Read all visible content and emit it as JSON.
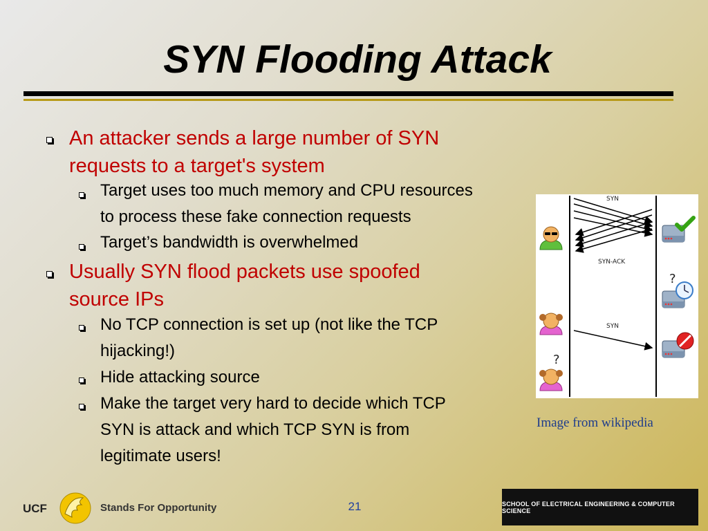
{
  "slide": {
    "title": "SYN Flooding Attack",
    "bullets": [
      {
        "lines": [
          "An attacker sends a large number of SYN",
          "requests to a target's system"
        ],
        "sub": [
          {
            "lines": [
              "Target uses too much memory and CPU resources",
              "to process these fake connection requests"
            ]
          },
          {
            "lines": [
              "Target’s bandwidth is overwhelmed"
            ]
          }
        ]
      },
      {
        "lines": [
          "Usually SYN flood packets use spoofed",
          "source IPs"
        ],
        "sub": [
          {
            "lines": [
              "No TCP connection is set up (not like the TCP",
              "hijacking!)"
            ]
          },
          {
            "lines": [
              "Hide attacking source"
            ]
          },
          {
            "lines": [
              "Make the target very hard to decide which TCP",
              "SYN is attack and which TCP SYN is from",
              "legitimate users!"
            ]
          }
        ]
      }
    ]
  },
  "figure": {
    "labels": {
      "syn_top": "SYN",
      "syn_ack": "SYN-ACK",
      "syn_bottom": "SYN",
      "question_server": "?",
      "question_user": "?"
    },
    "caption": "Image from wikipedia"
  },
  "footer": {
    "ucf": "UCF",
    "tagline": "Stands For Opportunity",
    "page_number": "21",
    "school": "SCHOOL OF ELECTRICAL ENGINEERING & COMPUTER SCIENCE"
  },
  "colors": {
    "accent_red": "#c00000",
    "gold": "#b79a18",
    "caption_blue": "#1e3c8c"
  }
}
